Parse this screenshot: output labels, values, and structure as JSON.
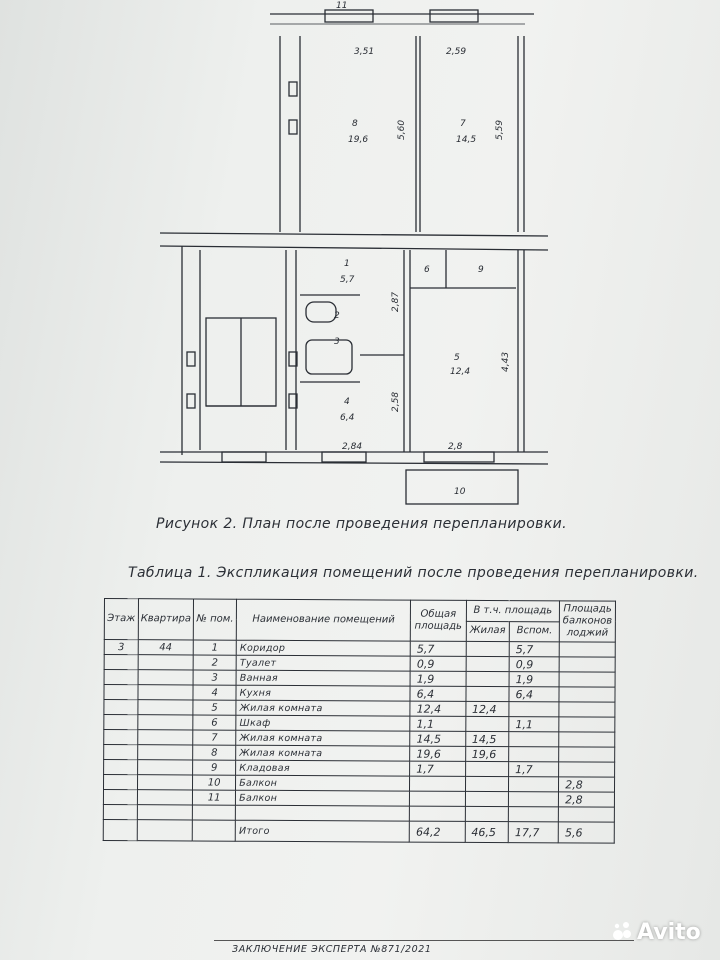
{
  "plan": {
    "dims": {
      "top_left": "3,51",
      "top_right": "2,59",
      "room8_height": "5,60",
      "room7_height": "5,59",
      "corridor_height": "2,87",
      "kitchen_height": "2,58",
      "room5_height": "4,43",
      "bottom_left": "2,84",
      "bottom_right": "2,8",
      "top_mark": "11"
    },
    "rooms": [
      {
        "num": "8",
        "area": "19,6"
      },
      {
        "num": "7",
        "area": "14,5"
      },
      {
        "num": "1",
        "area": "5,7"
      },
      {
        "num": "6",
        "area": ""
      },
      {
        "num": "9",
        "area": ""
      },
      {
        "num": "2",
        "area": ""
      },
      {
        "num": "3",
        "area": ""
      },
      {
        "num": "5",
        "area": "12,4"
      },
      {
        "num": "4",
        "area": "6,4"
      },
      {
        "num": "10",
        "area": ""
      }
    ]
  },
  "caption": "Рисунок 2. План после проведения перепланировки.",
  "table_title": "Таблица 1. Экспликация помещений после проведения перепланировки.",
  "table": {
    "headers": {
      "floor": "Этаж",
      "apartment": "Квартира",
      "room_no": "№ пом.",
      "room_name": "Наименование помещений",
      "total_area": "Общая площадь",
      "incl": "В т.ч. площадь",
      "living": "Жилая",
      "aux": "Вспом.",
      "balcony": "Площадь балконов лоджий"
    },
    "rows": [
      {
        "floor": "3",
        "apt": "44",
        "no": "1",
        "name": "Коридор",
        "total": "5,7",
        "living": "",
        "aux": "5,7",
        "balc": ""
      },
      {
        "floor": "",
        "apt": "",
        "no": "2",
        "name": "Туалет",
        "total": "0,9",
        "living": "",
        "aux": "0,9",
        "balc": ""
      },
      {
        "floor": "",
        "apt": "",
        "no": "3",
        "name": "Ванная",
        "total": "1,9",
        "living": "",
        "aux": "1,9",
        "balc": ""
      },
      {
        "floor": "",
        "apt": "",
        "no": "4",
        "name": "Кухня",
        "total": "6,4",
        "living": "",
        "aux": "6,4",
        "balc": ""
      },
      {
        "floor": "",
        "apt": "",
        "no": "5",
        "name": "Жилая комната",
        "total": "12,4",
        "living": "12,4",
        "aux": "",
        "balc": ""
      },
      {
        "floor": "",
        "apt": "",
        "no": "6",
        "name": "Шкаф",
        "total": "1,1",
        "living": "",
        "aux": "1,1",
        "balc": ""
      },
      {
        "floor": "",
        "apt": "",
        "no": "7",
        "name": "Жилая комната",
        "total": "14,5",
        "living": "14,5",
        "aux": "",
        "balc": ""
      },
      {
        "floor": "",
        "apt": "",
        "no": "8",
        "name": "Жилая комната",
        "total": "19,6",
        "living": "19,6",
        "aux": "",
        "balc": ""
      },
      {
        "floor": "",
        "apt": "",
        "no": "9",
        "name": "Кладовая",
        "total": "1,7",
        "living": "",
        "aux": "1,7",
        "balc": ""
      },
      {
        "floor": "",
        "apt": "",
        "no": "10",
        "name": "Балкон",
        "total": "",
        "living": "",
        "aux": "",
        "balc": "2,8"
      },
      {
        "floor": "",
        "apt": "",
        "no": "11",
        "name": "Балкон",
        "total": "",
        "living": "",
        "aux": "",
        "balc": "2,8"
      },
      {
        "floor": "",
        "apt": "",
        "no": "",
        "name": "",
        "total": "",
        "living": "",
        "aux": "",
        "balc": ""
      }
    ],
    "total": {
      "name": "Итого",
      "total": "64,2",
      "living": "46,5",
      "aux": "17,7",
      "balc": "5,6"
    }
  },
  "footer": "ЗАКЛЮЧЕНИЕ ЭКСПЕРТА №871/2021",
  "watermark": {
    "text": "Avito",
    "icon": "avito-dots-icon"
  }
}
